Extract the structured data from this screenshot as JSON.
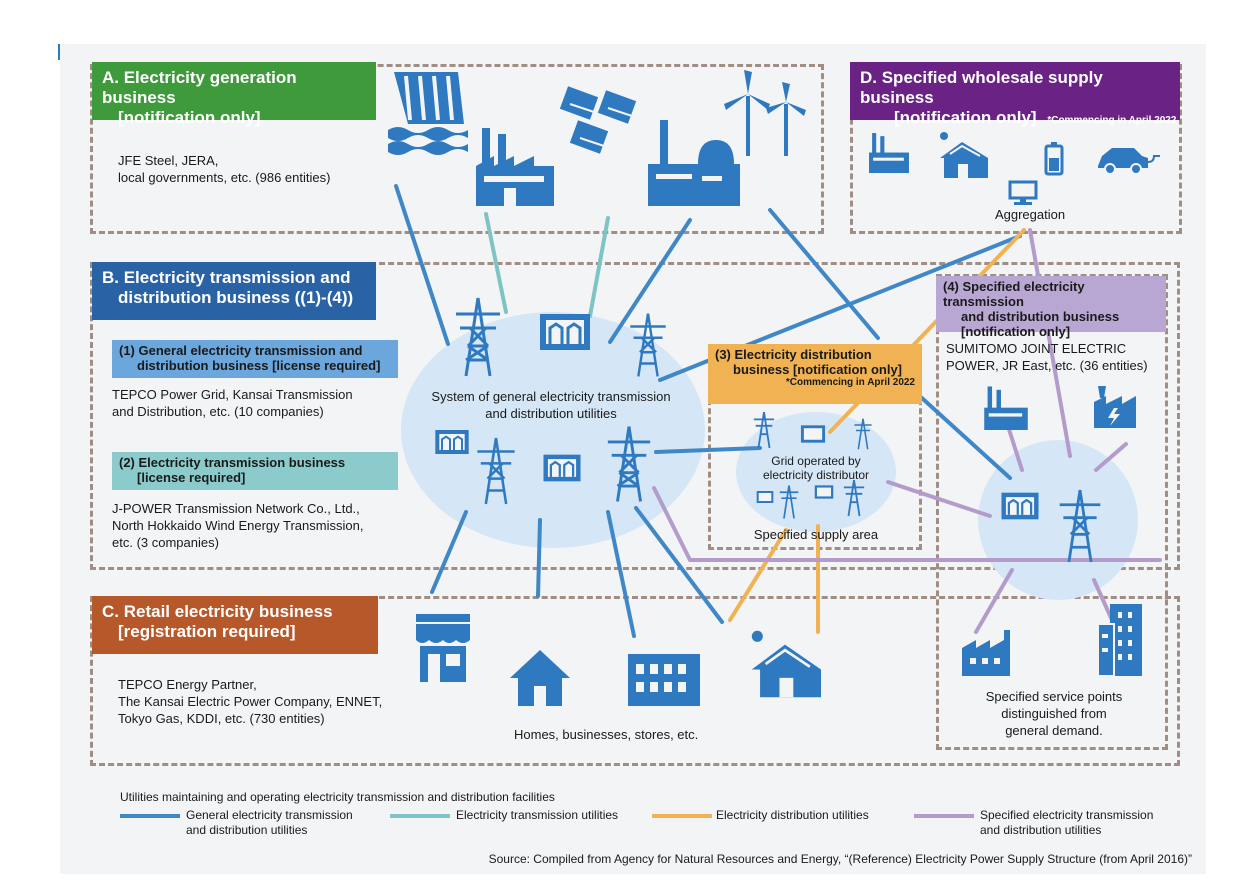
{
  "colors": {
    "general": "#3f87c7",
    "transmission": "#7ec4c4",
    "distribution": "#f0b253",
    "specified": "#b39ccb",
    "icon": "#2f79c0",
    "bubble": "#d5e7f6",
    "green": "#3f9a3c",
    "blue_dark": "#2a62a6",
    "purple": "#6a2285",
    "retail": "#b7582b"
  },
  "sectionA": {
    "title": "A. Electricity generation business",
    "subtitle": "[notification only]",
    "entities_line1": "JFE Steel, JERA,",
    "entities_line2": "local governments, etc. (986 entities)"
  },
  "sectionB": {
    "title": "B. Electricity transmission and",
    "subtitle": "distribution business ((1)-(4))",
    "sub1_title": "(1) General electricity transmission and",
    "sub1_subtitle": "distribution business [license required]",
    "sub1_line1": "TEPCO Power Grid, Kansai Transmission",
    "sub1_line2": "and Distribution, etc. (10 companies)",
    "sub2_title": "(2) Electricity transmission business",
    "sub2_subtitle": "[license required]",
    "sub2_line1": "J-POWER Transmission Network Co., Ltd.,",
    "sub2_line2": "North Hokkaido Wind Energy Transmission,",
    "sub2_line3": "etc. (3 companies)",
    "system_line1": "System of general electricity transmission",
    "system_line2": "and distribution utilities"
  },
  "sub3": {
    "title": "(3) Electricity distribution",
    "subtitle": "business [notification only]",
    "note": "*Commencing in April 2022",
    "grid_line1": "Grid operated by",
    "grid_line2": "electricity distributor",
    "area": "Specified supply area"
  },
  "sub4": {
    "title": "(4) Specified electricity transmission",
    "subtitle": "and distribution business",
    "subtitle2": "[notification only]",
    "line1": "SUMITOMO JOINT ELECTRIC",
    "line2": "POWER, JR East, etc. (36 entities)"
  },
  "sectionC": {
    "title": "C. Retail electricity business",
    "subtitle": "[registration required]",
    "line1": "TEPCO Energy Partner,",
    "line2": "The Kansai Electric Power Company, ENNET,",
    "line3": "Tokyo Gas, KDDI, etc. (730 entities)",
    "homes": "Homes, businesses, stores, etc.",
    "sp_line1": "Specified service points",
    "sp_line2": "distinguished from",
    "sp_line3": "general demand."
  },
  "sectionD": {
    "title": "D. Specified wholesale supply business",
    "subtitle": "[notification only]",
    "note": "*Commencing in April 2022",
    "aggregation": "Aggregation"
  },
  "legend": {
    "heading": "Utilities maintaining and operating electricity transmission and distribution facilities",
    "general_line1": "General electricity transmission",
    "general_line2": "and distribution utilities",
    "transmission": "Electricity transmission utilities",
    "distribution": "Electricity distribution utilities",
    "specified_line1": "Specified electricity transmission",
    "specified_line2": "and distribution utilities"
  },
  "source": "Source: Compiled from Agency for Natural Resources and Energy, “(Reference) Electricity Power Supply Structure (from April 2016)”",
  "icons": [
    "dam-icon",
    "factory-icon",
    "solar-panels-icon",
    "power-plant-icon",
    "wind-turbine-icon",
    "pylon-icon",
    "substation-icon",
    "store-icon",
    "house-icon",
    "building-icon",
    "solar-house-icon",
    "battery-icon",
    "electric-car-icon",
    "computer-icon",
    "office-tower-icon",
    "industrial-factory-icon"
  ]
}
